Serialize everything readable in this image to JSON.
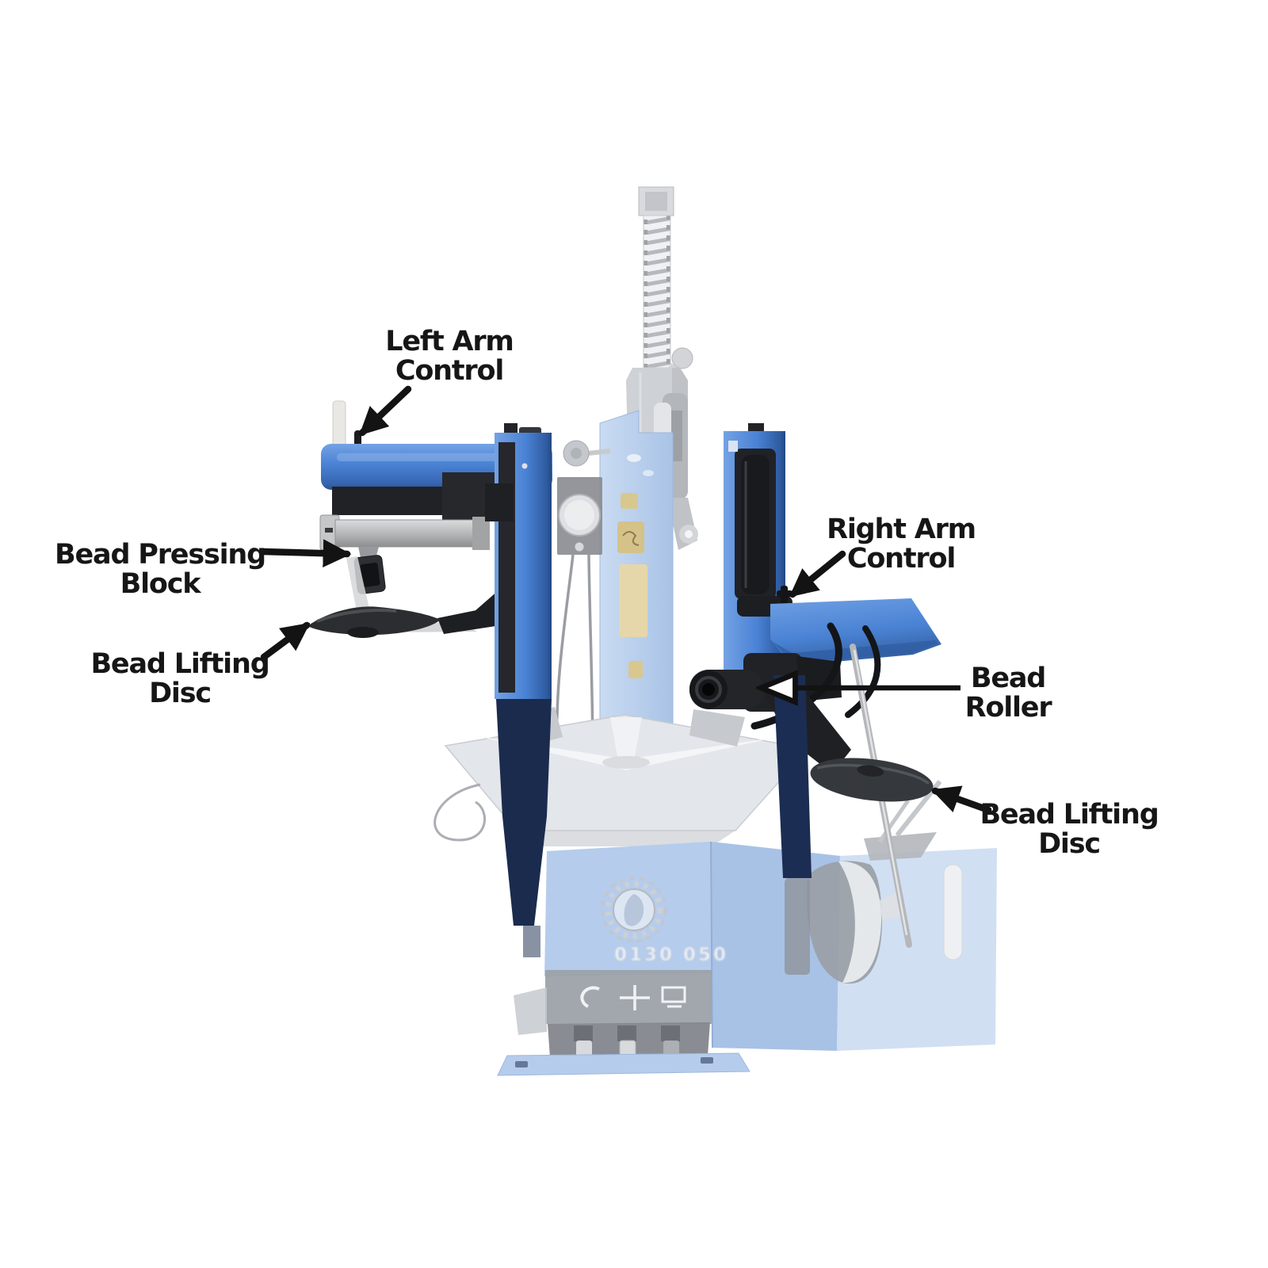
{
  "annotations": {
    "left_arm_control": "Left Arm\nControl",
    "bead_pressing_block": "Bead Pressing\nBlock",
    "bead_lifting_disc_left": "Bead Lifting\nDisc",
    "right_arm_control": "Right Arm\nControl",
    "bead_roller": "Bead\nRoller",
    "bead_lifting_disc_right": "Bead Lifting\nDisc"
  },
  "machine": {
    "badge_text": "0130 050",
    "colors": {
      "assist_arm_blue": "#4a82d4",
      "ghost_machine_blue": "#b5ccec",
      "ghost_machine_gray": "#c9ccd1",
      "tool_black": "#212226",
      "label_text": "#161616",
      "background": "#ffffff"
    }
  }
}
